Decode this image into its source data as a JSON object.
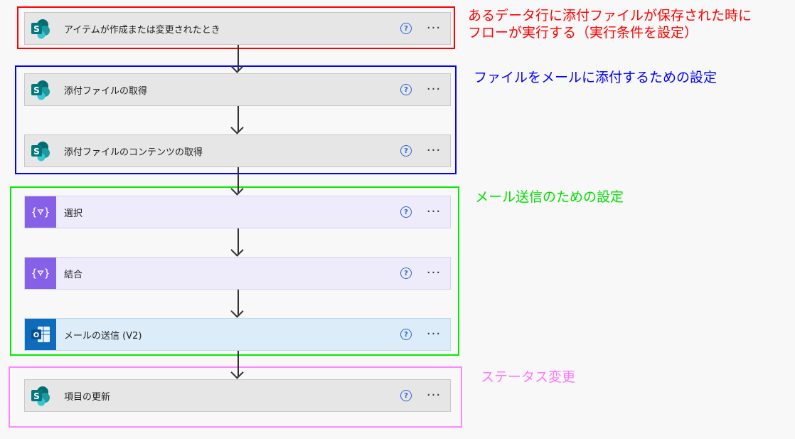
{
  "steps": [
    {
      "label": "アイテムが作成または変更されたとき",
      "type": "sharepoint"
    },
    {
      "label": "添付ファイルの取得",
      "type": "sharepoint"
    },
    {
      "label": "添付ファイルのコンテンツの取得",
      "type": "sharepoint"
    },
    {
      "label": "選択",
      "type": "data-operation"
    },
    {
      "label": "結合",
      "type": "data-operation"
    },
    {
      "label": "メールの送信 (V2)",
      "type": "outlook"
    },
    {
      "label": "項目の更新",
      "type": "sharepoint"
    }
  ],
  "help_glyph": "?",
  "more_glyph": "···",
  "annotations": {
    "trigger": {
      "line1": "あるデータ行に添付ファイルが保存された時に",
      "line2": "フローが実行する（実行条件を設定）",
      "color": "#ff0000"
    },
    "attachment": {
      "text": "ファイルをメールに添付するための設定",
      "color": "#0000ff"
    },
    "mail": {
      "text": "メール送信のための設定",
      "color": "#00dd00"
    },
    "status": {
      "text": "ステータス変更",
      "color": "#ff77ff"
    }
  },
  "icons": {
    "sharepoint": "sharepoint-icon",
    "data-operation": "data-operation-icon",
    "outlook": "outlook-icon"
  }
}
